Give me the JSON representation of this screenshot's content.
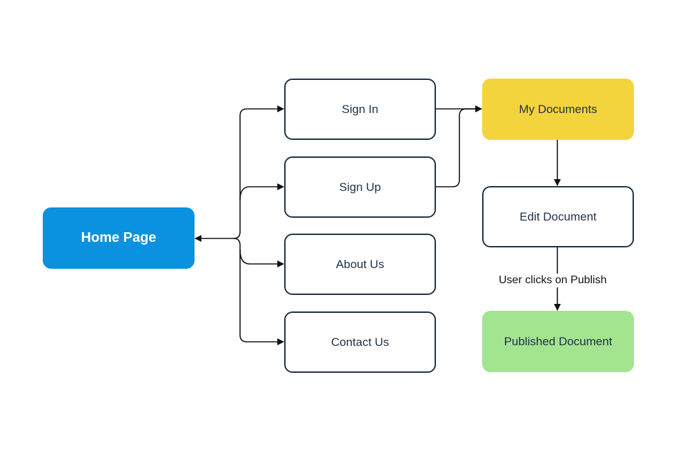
{
  "nodes": {
    "home_page": "Home Page",
    "sign_in": "Sign In",
    "sign_up": "Sign Up",
    "about_us": "About Us",
    "contact_us": "Contact Us",
    "my_documents": "My Documents",
    "edit_document": "Edit Document",
    "published_document": "Published Document"
  },
  "edges": [
    {
      "from": "home_page",
      "to": "sign_in"
    },
    {
      "from": "home_page",
      "to": "sign_up"
    },
    {
      "from": "home_page",
      "to": "about_us"
    },
    {
      "from": "home_page",
      "to": "contact_us"
    },
    {
      "from": "sign_in",
      "to": "my_documents"
    },
    {
      "from": "sign_up",
      "to": "my_documents"
    },
    {
      "from": "my_documents",
      "to": "edit_document"
    },
    {
      "from": "edit_document",
      "to": "published_document",
      "label": "User clicks on Publish"
    }
  ],
  "colors": {
    "home": "#0a92e1",
    "my_documents": "#f4d43c",
    "published": "#a3e491",
    "outline": "#1e3045",
    "connector": "#111111"
  }
}
